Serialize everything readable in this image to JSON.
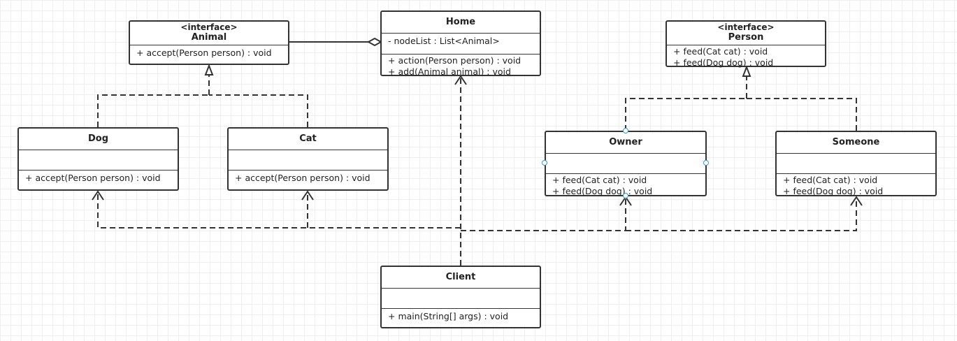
{
  "diagram": {
    "classes": {
      "animal": {
        "stereotype": "<interface>",
        "name": "Animal",
        "methods": [
          "+ accept(Person person) : void"
        ]
      },
      "home": {
        "name": "Home",
        "attributes": [
          "- nodeList : List<Animal>"
        ],
        "methods": [
          "+ action(Person person) : void",
          "+ add(Animal animal) : void"
        ]
      },
      "person": {
        "stereotype": "<interface>",
        "name": "Person",
        "methods": [
          "+ feed(Cat cat) : void",
          "+ feed(Dog dog) : void"
        ]
      },
      "dog": {
        "name": "Dog",
        "methods": [
          "+ accept(Person person) : void"
        ]
      },
      "cat": {
        "name": "Cat",
        "methods": [
          "+ accept(Person person) : void"
        ]
      },
      "owner": {
        "name": "Owner",
        "methods": [
          "+ feed(Cat cat) : void",
          "+ feed(Dog dog) : void"
        ]
      },
      "someone": {
        "name": "Someone",
        "methods": [
          "+ feed(Cat cat) : void",
          "+ feed(Dog dog) : void"
        ]
      },
      "client": {
        "name": "Client",
        "methods": [
          "+ main(String[] args) : void"
        ]
      }
    },
    "relationships": [
      {
        "from": "Home",
        "to": "Animal",
        "type": "aggregation"
      },
      {
        "from": "Dog",
        "to": "Animal",
        "type": "realization"
      },
      {
        "from": "Cat",
        "to": "Animal",
        "type": "realization"
      },
      {
        "from": "Owner",
        "to": "Person",
        "type": "realization"
      },
      {
        "from": "Someone",
        "to": "Person",
        "type": "realization"
      },
      {
        "from": "Client",
        "to": "Home",
        "type": "dependency"
      },
      {
        "from": "Client",
        "to": "Dog",
        "type": "dependency"
      },
      {
        "from": "Client",
        "to": "Cat",
        "type": "dependency"
      },
      {
        "from": "Client",
        "to": "Owner",
        "type": "dependency"
      },
      {
        "from": "Client",
        "to": "Someone",
        "type": "dependency"
      }
    ],
    "colors": {
      "line": "#333333",
      "grid": "#efefef",
      "selection_handle": "#3399dd"
    }
  }
}
